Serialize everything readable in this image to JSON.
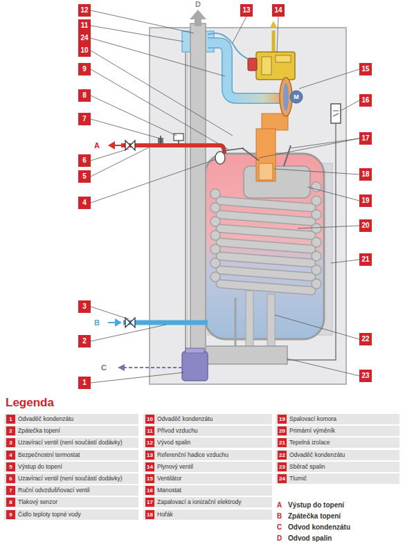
{
  "diagram": {
    "labels": [
      "1",
      "2",
      "3",
      "4",
      "5",
      "6",
      "7",
      "8",
      "9",
      "10",
      "11",
      "12",
      "13",
      "14",
      "15",
      "16",
      "17",
      "18",
      "19",
      "20",
      "21",
      "22",
      "23",
      "24",
      "A",
      "B",
      "C",
      "D",
      "M",
      "Legenda",
      "1",
      "2",
      "3",
      "4",
      "5",
      "6",
      "7",
      "8",
      "9",
      "10",
      "11",
      "12",
      "13",
      "14",
      "15",
      "16",
      "17",
      "18",
      "19",
      "20",
      "21",
      "22",
      "23",
      "24",
      "A",
      "B",
      "C",
      "D"
    ],
    "legend": [
      {
        "text": "Odvaděč kondenzátu",
        "color": "#d2232a"
      },
      {
        "text": "Zpátečka topení",
        "color": "#d2232a"
      },
      {
        "text": "Uzavírací ventil (není součástí dodávky)",
        "color": "#d2232a"
      },
      {
        "text": "Bezpečnostní termostat",
        "color": "#d2232a"
      },
      {
        "text": "Výstup do topení",
        "color": "#d2232a"
      },
      {
        "text": "Uzavírací ventil (není součástí dodávky)",
        "color": "#d2232a"
      },
      {
        "text": "Ruční odvzdušňovací ventil",
        "color": "#d2232a"
      },
      {
        "text": "Tlakový senzor",
        "color": "#d2232a"
      },
      {
        "text": "Čidlo teploty topné vody",
        "color": "#d2232a"
      },
      {
        "text": "Odvaděč kondenzátu",
        "color": "#d2232a"
      },
      {
        "text": "Přívod vzduchu",
        "color": "#d2232a"
      },
      {
        "text": "Vývod spalin",
        "color": "#d2232a"
      },
      {
        "text": "Referenční hadice vzduchu",
        "color": "#d2232a"
      },
      {
        "text": "Plynový ventil",
        "color": "#d2232a"
      },
      {
        "text": "Ventilátor",
        "color": "#d2232a"
      },
      {
        "text": "Manostat",
        "color": "#d2232a"
      },
      {
        "text": "Zapalovací a ionizační elektrody",
        "color": "#d2232a"
      },
      {
        "text": "Hořák",
        "color": "#d2232a"
      },
      {
        "text": "Spalovací komora",
        "color": "#d2232a"
      },
      {
        "text": "Primární výměník",
        "color": "#d2232a"
      },
      {
        "text": "Tepelná izolace",
        "color": "#d2232a"
      },
      {
        "text": "Odvaděč kondenzátu",
        "color": "#d2232a"
      },
      {
        "text": "Sběrač spalin",
        "color": "#d2232a"
      },
      {
        "text": "Tlumič",
        "color": "#d2232a"
      },
      {
        "text": "Výstup do topení"
      },
      {
        "text": "Zpátečka topení"
      },
      {
        "text": "Odvod kondenzátu"
      },
      {
        "text": "Odvod spalin"
      }
    ]
  }
}
